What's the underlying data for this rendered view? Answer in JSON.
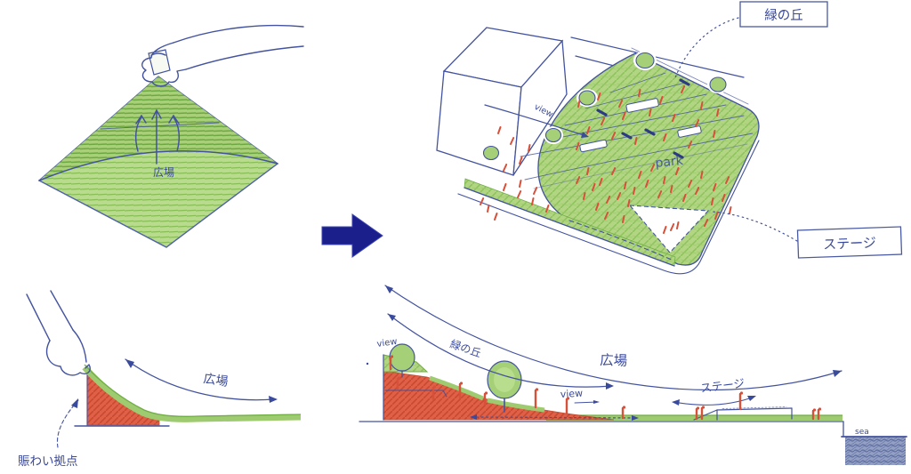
{
  "figure_type": "hand-drawn landscape concept sketch",
  "colors": {
    "ink": "#3a4a9c",
    "solid_arrow": "#1a1f8c",
    "park_green": "#a9d27c",
    "accent_red": "#d6503a",
    "sea_blue": "#8694bd"
  },
  "cloth_panel": {
    "plaza_label": "広場"
  },
  "axon_panel": {
    "green_hill_label": "緑の丘",
    "stage_label": "ステージ",
    "view_label": "view",
    "park_label": "park"
  },
  "lift_section_panel": {
    "plaza_label": "広場",
    "hub_label": "賑わい拠点"
  },
  "long_section_panel": {
    "view_left_label": "view",
    "green_hill_label": "緑の丘",
    "plaza_label": "広場",
    "view_mid_label": "view",
    "stage_label": "ステージ",
    "sea_label": "sea"
  }
}
